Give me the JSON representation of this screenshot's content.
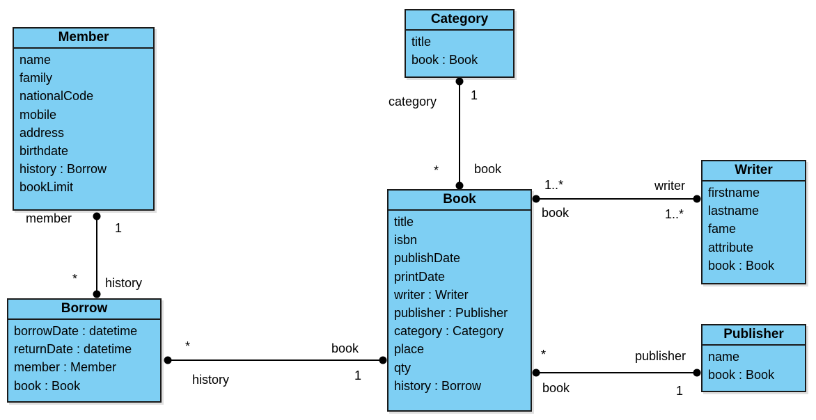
{
  "classes": {
    "member": {
      "name": "Member",
      "attributes": [
        "name",
        "family",
        "nationalCode",
        "mobile",
        "address",
        "birthdate",
        "history : Borrow",
        "bookLimit"
      ]
    },
    "category": {
      "name": "Category",
      "attributes": [
        "title",
        "book : Book"
      ]
    },
    "book": {
      "name": "Book",
      "attributes": [
        "title",
        "isbn",
        "publishDate",
        "printDate",
        "writer : Writer",
        "publisher : Publisher",
        "category : Category",
        "place",
        "qty",
        "history : Borrow"
      ]
    },
    "writer": {
      "name": "Writer",
      "attributes": [
        "firstname",
        "lastname",
        "fame",
        "attribute",
        "book : Book"
      ]
    },
    "borrow": {
      "name": "Borrow",
      "attributes": [
        "borrowDate : datetime",
        "returnDate : datetime",
        "member : Member",
        "book : Book"
      ]
    },
    "publisher": {
      "name": "Publisher",
      "attributes": [
        "name",
        "book : Book"
      ]
    }
  },
  "associations": {
    "category_book": {
      "category_role": "category",
      "category_mult": "1",
      "book_role": "book",
      "book_mult": "*"
    },
    "member_borrow": {
      "member_role": "member",
      "member_mult": "1",
      "borrow_role": "history",
      "borrow_mult": "*"
    },
    "book_writer": {
      "book_mult": "1..*",
      "book_role": "book",
      "writer_role": "writer",
      "writer_mult": "1..*"
    },
    "borrow_book": {
      "borrow_mult": "*",
      "borrow_role": "history",
      "book_role": "book",
      "book_mult": "1"
    },
    "book_publisher": {
      "book_mult": "*",
      "book_role": "book",
      "publisher_role": "publisher",
      "publisher_mult": "1"
    }
  },
  "colors": {
    "class_fill": "#7ecff3",
    "class_border": "#1a1a1a",
    "line": "#000000"
  }
}
